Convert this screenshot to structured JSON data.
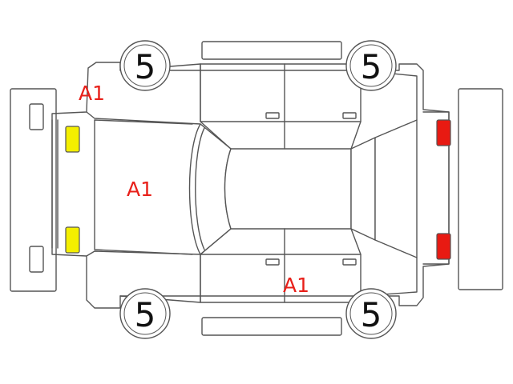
{
  "tires": {
    "front_left": "5",
    "front_right": "5",
    "rear_left": "5",
    "rear_right": "5"
  },
  "damage_marks": {
    "top_left": "A1",
    "hood": "A1",
    "bottom_door": "A1"
  },
  "colors": {
    "outline": "#555555",
    "damage_text": "#e8201a",
    "front_lights": "#f4ef00",
    "rear_lights": "#e81a12",
    "tire_text": "#111111"
  }
}
